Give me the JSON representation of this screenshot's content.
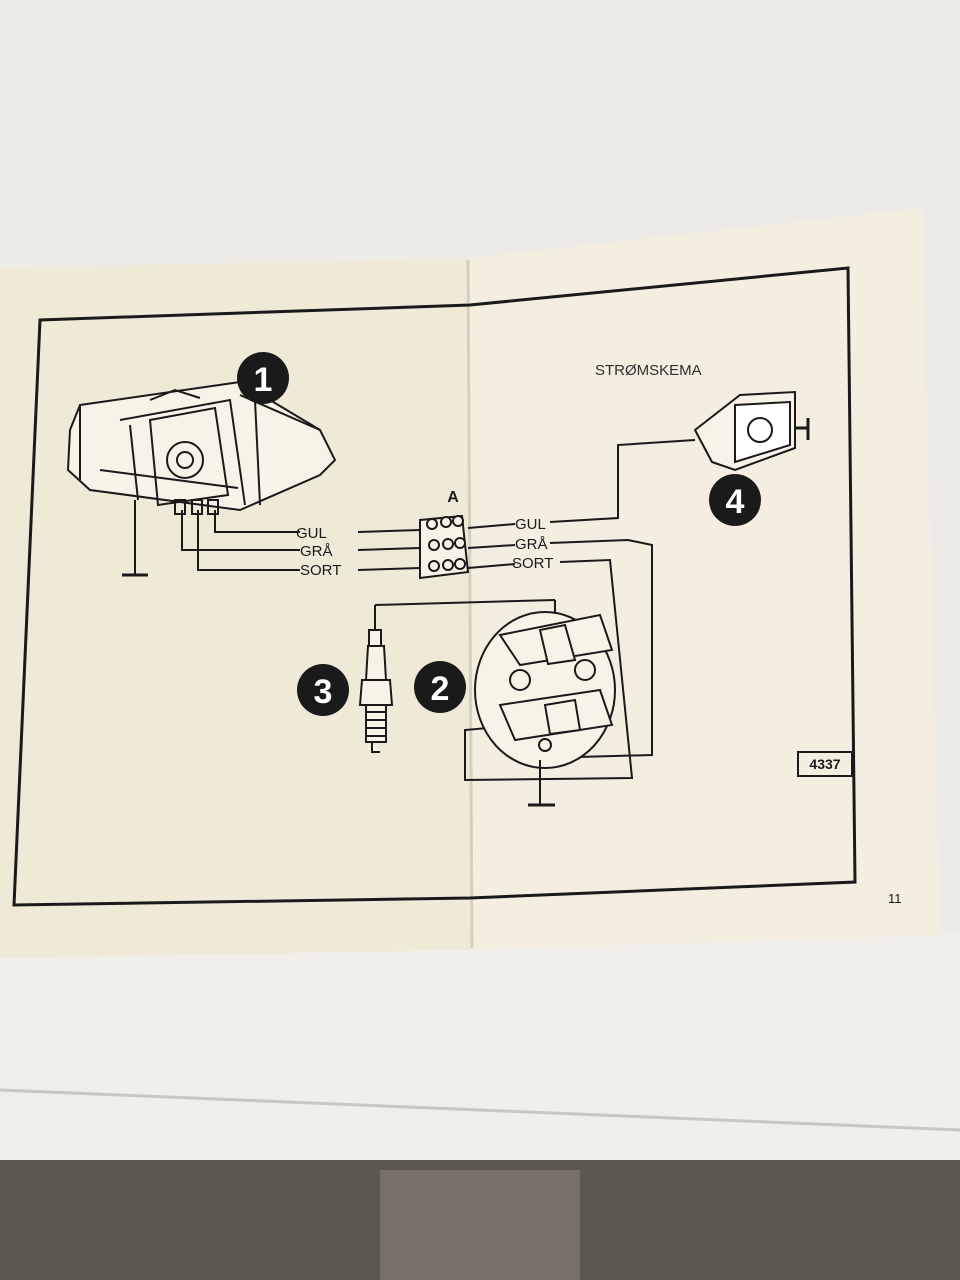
{
  "diagram": {
    "header_faded": "STRØMSKEMA",
    "connector_label": "A",
    "wires_left": [
      "GUL",
      "GRÅ",
      "SORT"
    ],
    "wires_right": [
      "GUL",
      "GRÅ",
      "SORT"
    ],
    "components": [
      {
        "number": "1",
        "icon": "engine-housing-icon"
      },
      {
        "number": "2",
        "icon": "ignition-magneto-icon"
      },
      {
        "number": "3",
        "icon": "spark-plug-icon"
      },
      {
        "number": "4",
        "icon": "headlamp-icon"
      }
    ],
    "figure_code": "4337",
    "page_number": "11"
  },
  "colors": {
    "paper": "#f1ecdc",
    "ink": "#1a1a1a",
    "table": "#ecebe6"
  }
}
